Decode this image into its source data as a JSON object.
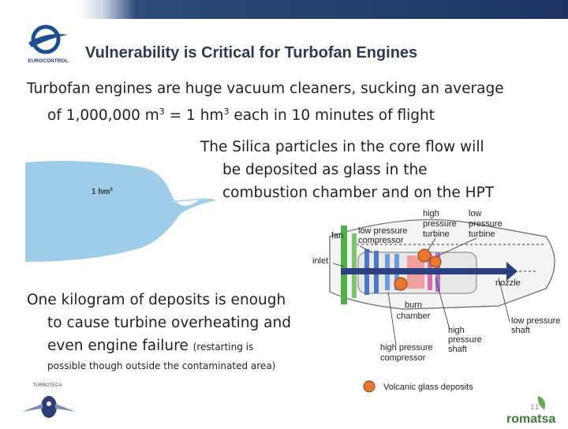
{
  "slide": {
    "title": "Vulnerability is Critical for Turbofan Engines",
    "logo_text": "EUROCONTROL",
    "page_number": "11",
    "paragraph1": {
      "line1": "Turbofan engines are huge vacuum cleaners, sucking an average",
      "line2_prefix": "of 1,000,000 m",
      "sup1": "3",
      "line2_mid": " = 1 hm",
      "sup2": "3",
      "line2_suffix": " each in 10 minutes of flight"
    },
    "paragraph2": {
      "line1": "The Silica particles in the core flow will",
      "line2": "be deposited as glass in the",
      "line3": "combustion chamber and on the HPT"
    },
    "paragraph3": {
      "line1": "One kilogram of deposits is enough",
      "line2": "to cause turbine overheating and",
      "line3_main": "even engine failure ",
      "line3_small": "(restarting is",
      "line4": "possible though outside the contaminated area)"
    },
    "cloud_label": "1 hm",
    "cloud_label_sup": "3",
    "engine_labels": {
      "high_pressure_turbine": [
        "high",
        "pressure",
        "turbine"
      ],
      "low_pressure_turbine": [
        "low",
        "pressure",
        "turbine"
      ],
      "fan": "fan",
      "low_pressure_compressor": [
        "low pressure",
        "compressor"
      ],
      "inlet": "inlet",
      "nozzle": "nozzle",
      "burn_chamber": [
        "burn",
        "chamber"
      ],
      "low_pressure_shaft": [
        "low pressure",
        "shaft"
      ],
      "high_pressure_shaft": [
        "high",
        "pressure",
        "shaft"
      ],
      "high_pressure_compressor": [
        "high pressure",
        "compressor"
      ],
      "legend": "Volcanic glass deposits"
    },
    "bottom_logo_text": "TURBOTECA",
    "romatsa_text": "romatsa",
    "colors": {
      "title": "#2b3a55",
      "cloud": "#9fcde9",
      "deposit": "#e8782e",
      "banner": "#1b3366"
    }
  }
}
